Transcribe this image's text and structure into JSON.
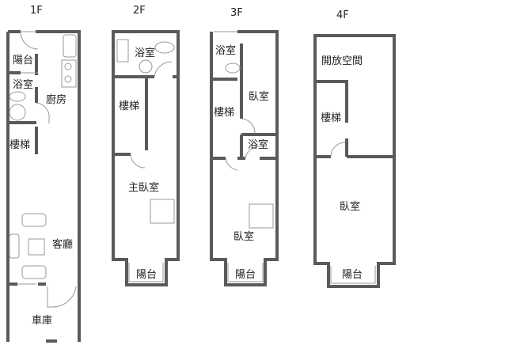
{
  "floors": [
    {
      "name": "1F",
      "rooms": [
        "陽台",
        "浴室",
        "廚房",
        "樓梯",
        "客廳",
        "車庫"
      ]
    },
    {
      "name": "2F",
      "rooms": [
        "浴室",
        "樓梯",
        "主臥室",
        "陽台"
      ]
    },
    {
      "name": "3F",
      "rooms": [
        "浴室",
        "臥室",
        "樓梯",
        "浴室",
        "臥室",
        "陽台"
      ]
    },
    {
      "name": "4F",
      "rooms": [
        "開放空間",
        "樓梯",
        "臥室",
        "陽台"
      ]
    }
  ]
}
